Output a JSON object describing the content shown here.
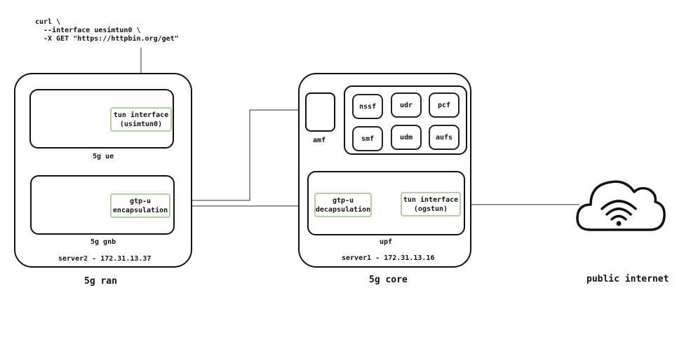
{
  "command": {
    "line1": "curl \\",
    "line2": "  --interface uesimtun0 \\",
    "line3": "  -X GET \"https://httpbin.org/get\""
  },
  "ran": {
    "title": "5g ran",
    "server_label": "server2 - 172.31.13.37",
    "ue": {
      "label": "5g ue",
      "tun": {
        "line1": "tun interface",
        "line2": "(usimtun0)"
      }
    },
    "gnb": {
      "label": "5g gnb",
      "gtpu": {
        "line1": "gtp-u",
        "line2": "encapsulation"
      }
    }
  },
  "core": {
    "title": "5g core",
    "server_label": "server1 - 172.31.13.16",
    "amf_label": "amf",
    "functions": [
      "nssf",
      "udr",
      "pcf",
      "smf",
      "udm",
      "aufs"
    ],
    "upf": {
      "label": "upf",
      "gtpu": {
        "line1": "gtp-u",
        "line2": "decapsulation"
      },
      "tun": {
        "line1": "tun interface",
        "line2": "(ogstun)"
      }
    }
  },
  "internet": {
    "label": "public internet",
    "icon": "cloud-wifi-icon"
  },
  "colors": {
    "outline": "#111111",
    "interface_border": "#a9d49a",
    "connector": "#555555"
  }
}
